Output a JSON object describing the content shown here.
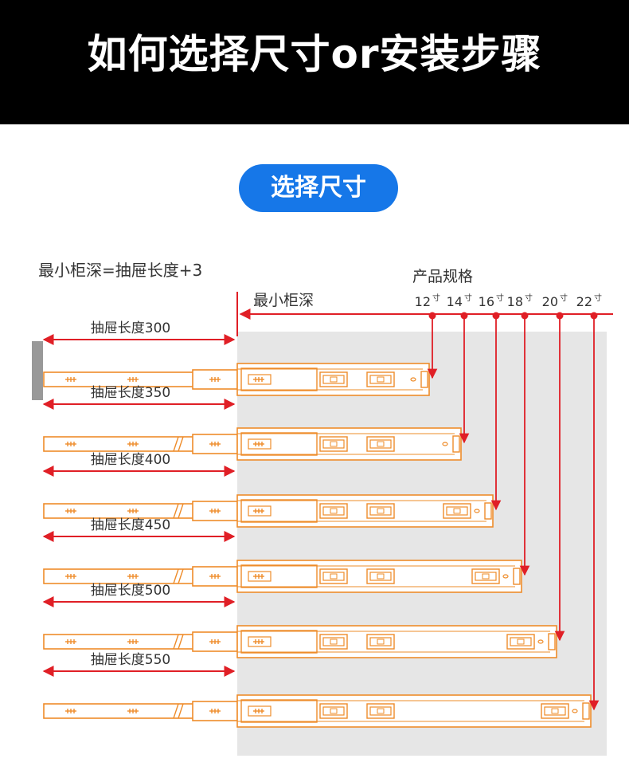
{
  "header": {
    "title": "如何选择尺寸or安装步骤"
  },
  "section_badge": {
    "label": "选择尺寸"
  },
  "diagram": {
    "formula": "最小柜深=抽屉长度+3",
    "cabinet_label": "最小柜深",
    "spec_title": "产品规格",
    "unit": "寸",
    "specs": [
      {
        "size": "12",
        "label": "抽屉长度300"
      },
      {
        "size": "14",
        "label": "抽屉长度350"
      },
      {
        "size": "16",
        "label": "抽屉长度400"
      },
      {
        "size": "18",
        "label": "抽屉长度450"
      },
      {
        "size": "20",
        "label": "抽屉长度500"
      },
      {
        "size": "22",
        "label": "抽屉长度550"
      }
    ],
    "colors": {
      "rail": "#ee8c2a",
      "arrow": "#e01f26",
      "cabinet": "#e6e6e6",
      "wall": "#999999",
      "badge": "#1677e8"
    }
  }
}
